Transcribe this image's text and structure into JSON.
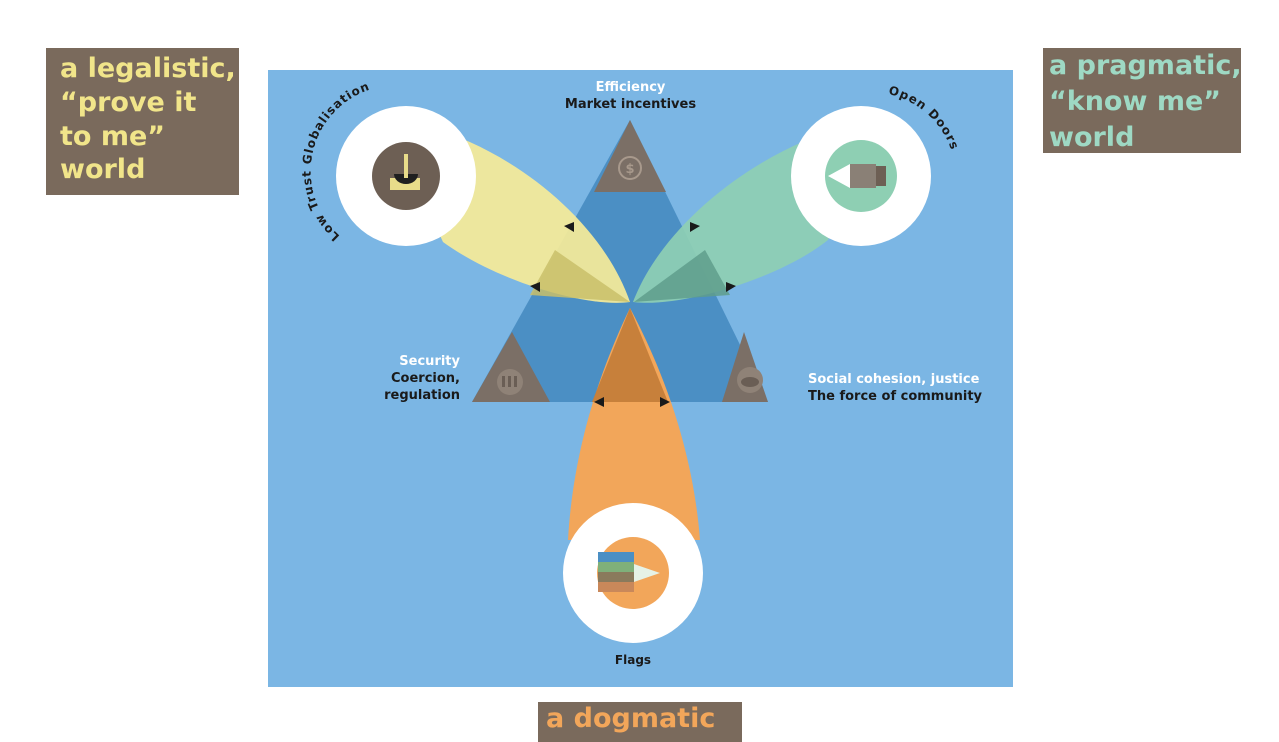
{
  "callouts": {
    "left": {
      "lines": [
        "a legalistic,",
        "“prove it",
        "to me”",
        "world"
      ],
      "color": "#f1e58a"
    },
    "right": {
      "lines": [
        "a pragmatic,",
        "“know me”",
        "world"
      ],
      "color": "#9ed9c4"
    },
    "bottom": {
      "lines": [
        "a dogmatic"
      ],
      "color": "#f2a65a"
    }
  },
  "diagram": {
    "top_label": {
      "title": "Efficiency",
      "subtitle": "Market incentives"
    },
    "left_label": {
      "title": "Security",
      "line1": "Coercion,",
      "line2": "regulation"
    },
    "right_label": {
      "title": "Social cohesion, justice",
      "subtitle": "The force of community"
    },
    "scenario_left": "Low Trust Globalisation",
    "scenario_right": "Open Doors",
    "scenario_bottom": "Flags",
    "colors": {
      "background": "#7bb6e4",
      "triangle": "#4b8fc4",
      "yellow": "#f6ec98",
      "teal": "#8ecfb3",
      "orange": "#f2a65a",
      "corner": "#7b6f66",
      "callout_bg": "#7a6a5c"
    },
    "icons": [
      "dollar-icon",
      "bank-icon",
      "hands-icon",
      "scales-icon",
      "door-icon",
      "flags-icon"
    ]
  }
}
